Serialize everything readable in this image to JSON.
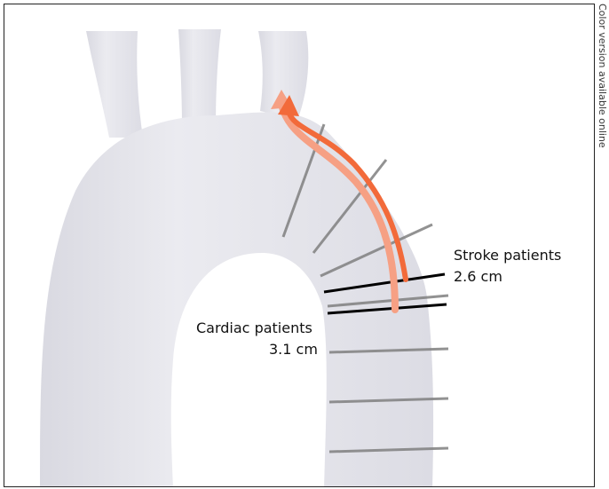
{
  "labels": {
    "stroke_title": "Stroke patients",
    "stroke_value": "2.6 cm",
    "cardiac_title": "Cardiac patients",
    "cardiac_value": "3.1 cm"
  },
  "side_note": "Color version available online",
  "colors": {
    "vessel": "#e6e6ec",
    "vessel_shadow": "#cfcfd8",
    "arrow_dark": "#f26a3a",
    "arrow_light": "#f6a084",
    "marker_gray": "#808080",
    "marker_black": "#000000"
  }
}
